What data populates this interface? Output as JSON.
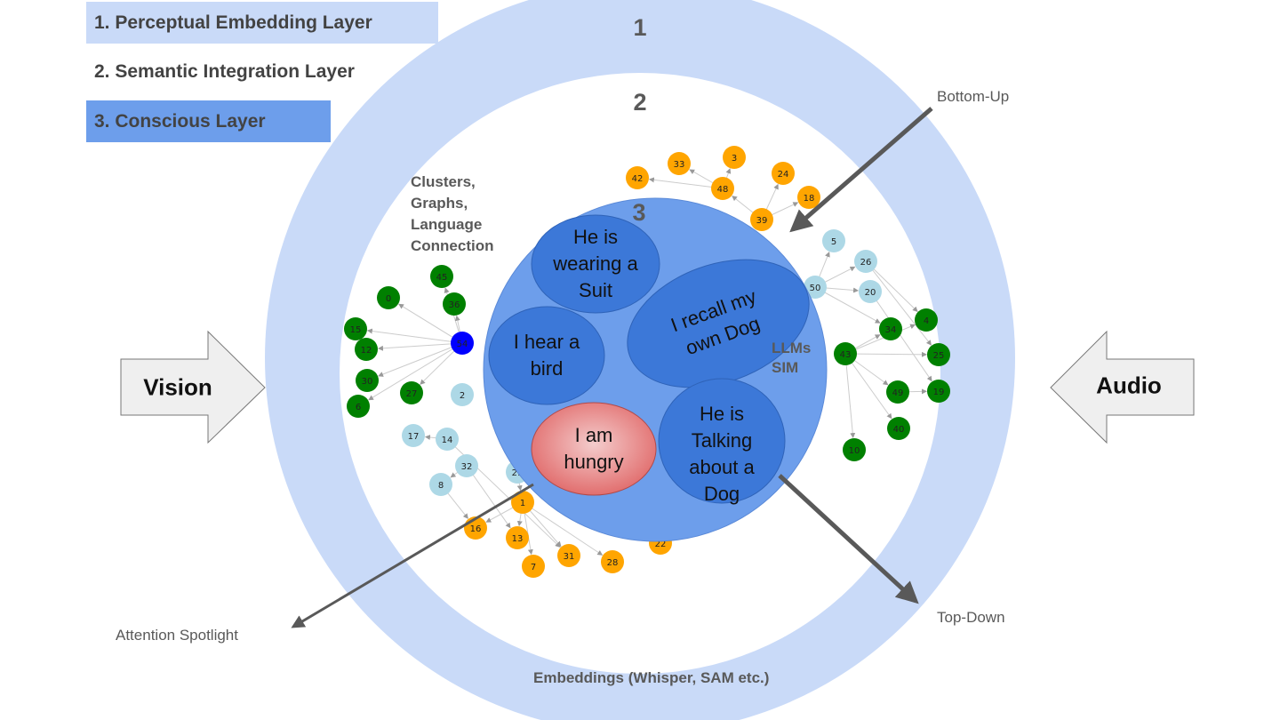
{
  "legend": [
    {
      "label": "1. Perceptual Embedding Layer",
      "color": "#c9daf8"
    },
    {
      "label": "2. Semantic Integration Layer",
      "color": "#ffffff"
    },
    {
      "label": "3. Conscious Layer",
      "color": "#6d9eeb"
    }
  ],
  "layers": {
    "one": "1",
    "two": "2",
    "three": "3"
  },
  "labels": {
    "clusters": "Clusters, Graphs, Language Connection",
    "llms": "LLMs SIM",
    "embeddings": "Embeddings (Whisper, SAM etc.)",
    "bottom_up": "Bottom-Up",
    "top_down": "Top-Down",
    "attention": "Attention Spotlight",
    "vision": "Vision",
    "audio": "Audio"
  },
  "thoughts": [
    {
      "text": "He is wearing a Suit",
      "color": "#3c78d8"
    },
    {
      "text": "I recall my own Dog",
      "color": "#3c78d8"
    },
    {
      "text": "I hear a bird",
      "color": "#3c78d8"
    },
    {
      "text": "I am hungry",
      "color": "#e06666"
    },
    {
      "text": "He is Talking about a Dog",
      "color": "#3c78d8"
    }
  ],
  "colors": {
    "ring": "#c9daf8",
    "conscious": "#6d9eeb",
    "green": "#008000",
    "orange": "#ffa500",
    "lightblue": "#add8e6",
    "blue": "#0000ff",
    "arrow": "#595959"
  },
  "nodes": [
    {
      "id": "45",
      "g": "green"
    },
    {
      "id": "0",
      "g": "green"
    },
    {
      "id": "36",
      "g": "green"
    },
    {
      "id": "15",
      "g": "green"
    },
    {
      "id": "12",
      "g": "green"
    },
    {
      "id": "54",
      "g": "blue"
    },
    {
      "id": "30",
      "g": "green"
    },
    {
      "id": "27",
      "g": "green"
    },
    {
      "id": "6",
      "g": "green"
    },
    {
      "id": "2",
      "g": "lightblue"
    },
    {
      "id": "17",
      "g": "lightblue"
    },
    {
      "id": "14",
      "g": "lightblue"
    },
    {
      "id": "32",
      "g": "lightblue"
    },
    {
      "id": "8",
      "g": "lightblue"
    },
    {
      "id": "29",
      "g": "lightblue"
    },
    {
      "id": "1",
      "g": "orange"
    },
    {
      "id": "16",
      "g": "orange"
    },
    {
      "id": "13",
      "g": "orange"
    },
    {
      "id": "7",
      "g": "orange"
    },
    {
      "id": "31",
      "g": "orange"
    },
    {
      "id": "28",
      "g": "orange"
    },
    {
      "id": "22",
      "g": "orange"
    },
    {
      "id": "42",
      "g": "orange"
    },
    {
      "id": "33",
      "g": "orange"
    },
    {
      "id": "3",
      "g": "orange"
    },
    {
      "id": "48",
      "g": "orange"
    },
    {
      "id": "24",
      "g": "orange"
    },
    {
      "id": "18",
      "g": "orange"
    },
    {
      "id": "39",
      "g": "orange"
    },
    {
      "id": "5",
      "g": "lightblue"
    },
    {
      "id": "26",
      "g": "lightblue"
    },
    {
      "id": "50",
      "g": "lightblue"
    },
    {
      "id": "20",
      "g": "lightblue"
    },
    {
      "id": "4",
      "g": "green"
    },
    {
      "id": "34",
      "g": "green"
    },
    {
      "id": "25",
      "g": "green"
    },
    {
      "id": "43",
      "g": "green"
    },
    {
      "id": "49",
      "g": "green"
    },
    {
      "id": "19",
      "g": "green"
    },
    {
      "id": "40",
      "g": "green"
    },
    {
      "id": "10",
      "g": "green"
    }
  ],
  "edges": [
    [
      "54",
      "45"
    ],
    [
      "54",
      "0"
    ],
    [
      "54",
      "36"
    ],
    [
      "54",
      "15"
    ],
    [
      "54",
      "12"
    ],
    [
      "54",
      "30"
    ],
    [
      "54",
      "27"
    ],
    [
      "54",
      "6"
    ],
    [
      "14",
      "17"
    ],
    [
      "32",
      "8"
    ],
    [
      "29",
      "1"
    ],
    [
      "1",
      "16"
    ],
    [
      "1",
      "13"
    ],
    [
      "1",
      "7"
    ],
    [
      "1",
      "31"
    ],
    [
      "1",
      "28"
    ],
    [
      "8",
      "16"
    ],
    [
      "32",
      "13"
    ],
    [
      "14",
      "31"
    ],
    [
      "48",
      "3"
    ],
    [
      "48",
      "33"
    ],
    [
      "39",
      "48"
    ],
    [
      "39",
      "24"
    ],
    [
      "39",
      "18"
    ],
    [
      "48",
      "42"
    ],
    [
      "50",
      "5"
    ],
    [
      "50",
      "26"
    ],
    [
      "50",
      "20"
    ],
    [
      "50",
      "34"
    ],
    [
      "26",
      "4"
    ],
    [
      "26",
      "25"
    ],
    [
      "20",
      "19"
    ],
    [
      "43",
      "34"
    ],
    [
      "43",
      "4"
    ],
    [
      "43",
      "25"
    ],
    [
      "43",
      "49"
    ],
    [
      "43",
      "40"
    ],
    [
      "43",
      "10"
    ],
    [
      "49",
      "19"
    ]
  ]
}
